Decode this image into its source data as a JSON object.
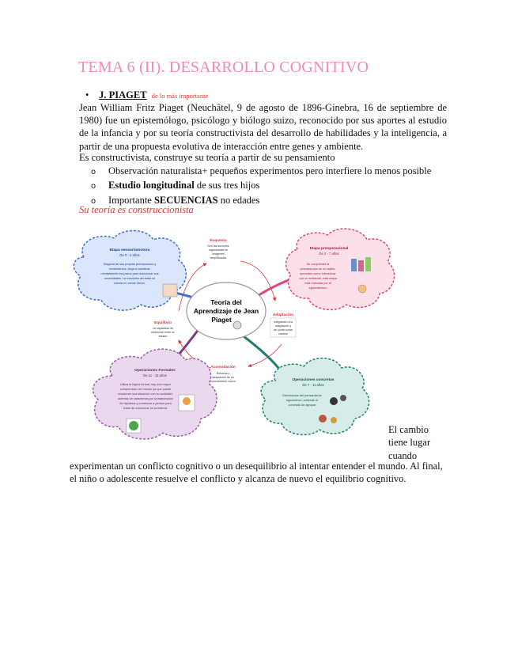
{
  "title": "TEMA 6 (II). DESARROLLO COGNITIVO",
  "bullet": {
    "name": "J. PIAGET",
    "note": "de lo más importante"
  },
  "paragraph": "Jean William Fritz Piaget (Neuchâtel, 9 de agosto de 1896-Ginebra, 16 de septiembre de 1980) fue un epistemólogo, psicólogo y biólogo suizo, reconocido por sus aportes al estudio de la infancia y por su teoría constructivista del desarrollo de habilidades y la inteligencia, a partir de una propuesta evolutiva de interacción entre genes y ambiente.",
  "line2": "Es constructivista, construye su teoría a partir de su pensamiento",
  "sublist": [
    {
      "text": "Observación naturalista+ pequeños experimentos pero interfiere lo menos posible"
    },
    {
      "bold": "Estudio longitudinal",
      "rest": " de sus tres hijos"
    },
    {
      "pre": "Importante ",
      "bold": "SECUENCIAS",
      "rest": " no edades"
    }
  ],
  "theory_line": "Su teoría es construccionista",
  "diagram": {
    "center": [
      "Teoría del",
      "Aprendizaje de Jean",
      "Piaget"
    ],
    "sensorimotor": {
      "title": "Etapa sensoriomotora",
      "age": "De 0 - 2 años",
      "body": [
        "Diagona de sus propias percepciones y",
        "movimientos, llega a coordinar",
        "mentalmente los pasos para solucionar sus",
        "necesidades. La conducta del bebé se",
        "cuenta en varios ritmos."
      ]
    },
    "preoperational": {
      "title": "Etapa preoperacional",
      "age": "De 2 - 7 años",
      "body": [
        "Se comprende la",
        "permanencia de un objeto,",
        "aprenden como interactuar",
        "con su ambiente, esta etapa",
        "está marcada por el",
        "egocentrismo"
      ]
    },
    "formal": {
      "title": "Operaciones Formales",
      "age": "De 11 - 15 años",
      "body": [
        "Utiliza la lógica formal, hay una mayor",
        "comprensión del mundo ya que puede",
        "relacionar una situación con su actividad,",
        "además se caracteriza por la elaboración",
        "de hipótesis y comenzar a pensar para",
        "tratar de solucionar un problema."
      ]
    },
    "concrete": {
      "title": "Operaciones concretas",
      "age": "De 7 - 11 años",
      "body": [
        "Disminución del pensamiento",
        "egocéntrico, entiende el",
        "concepto de agrupar"
      ]
    },
    "esquema": {
      "title": "Esquema",
      "body": [
        "Son las acciones",
        "organizadas en",
        "imágenes",
        "simplificadas"
      ]
    },
    "adaptacion": {
      "title": "Adaptación",
      "body": [
        "Integración a la",
        "adaptación y",
        "así poder crear",
        "cambio"
      ]
    },
    "equilibrio": {
      "title": "Equilibrio",
      "body": [
        "La capacidad de",
        "relacionar entre un",
        "estado"
      ]
    },
    "acomodacion": {
      "title": "Acomodación",
      "body": [
        "Reforma y",
        "adaptación de un",
        "conocimiento nuevo"
      ]
    }
  },
  "cambio": [
    "El cambio",
    "tiene lugar",
    "cuando"
  ],
  "final_text": "experimentan un conflicto cognitivo o un desequilibrio al intentar entender el mundo. Al final, el niño o adolescente resuelve el conflicto y alcanza de nuevo el equilibrio cognitivo.",
  "colors": {
    "title": "#f08ab5",
    "red_text": "#e8322d",
    "blue_cloud": "#3b6fd1",
    "pink_cloud": "#e0437f",
    "purple_cloud": "#9c5aa5",
    "teal_cloud": "#1f7f73",
    "arrow_red": "#d43a3a"
  }
}
